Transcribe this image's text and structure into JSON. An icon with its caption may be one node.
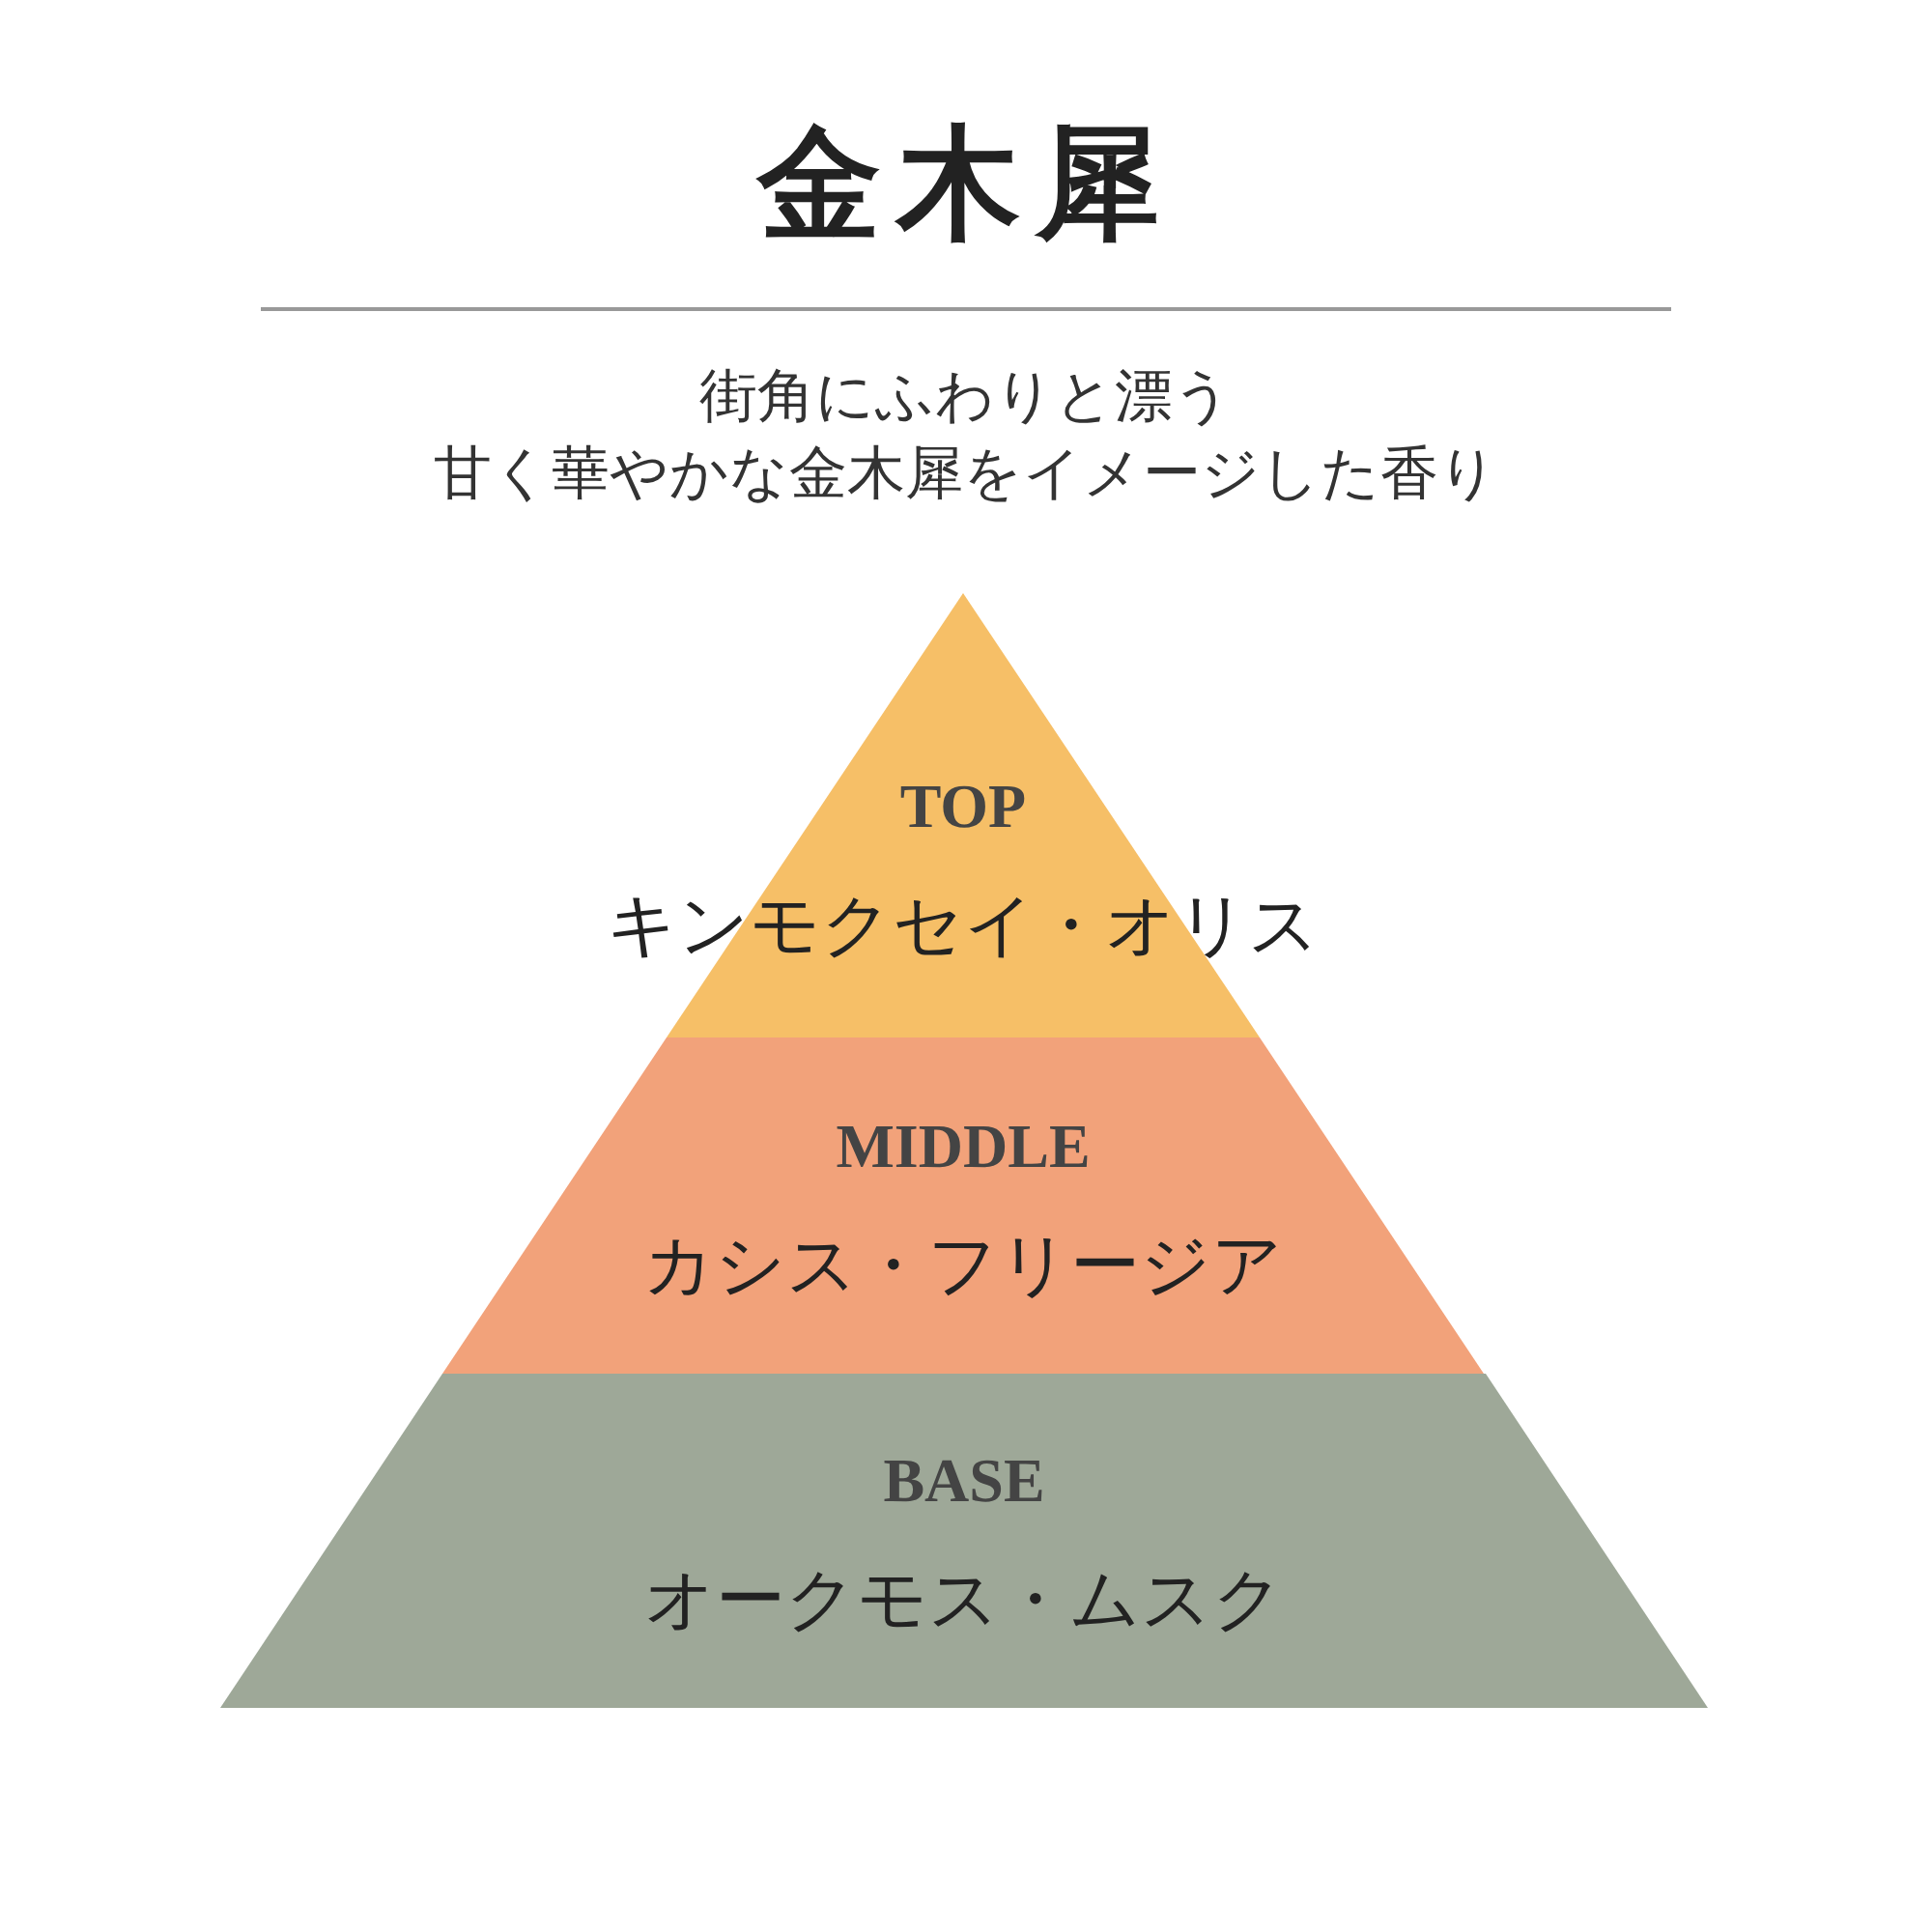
{
  "diagram": {
    "title": "金木犀",
    "nodes": [
      {
        "text": [
          "TOP",
          "キンモクセイ・オリス"
        ]
      },
      {
        "text": [
          "MIDDLE",
          "カシス・フリージア"
        ]
      },
      {
        "text": [
          "BASE",
          "オークモス・ムスク"
        ]
      }
    ],
    "labels": [
      "街角にふわりと漂う",
      "甘く華やかな金木犀をイメージした香り"
    ]
  }
}
